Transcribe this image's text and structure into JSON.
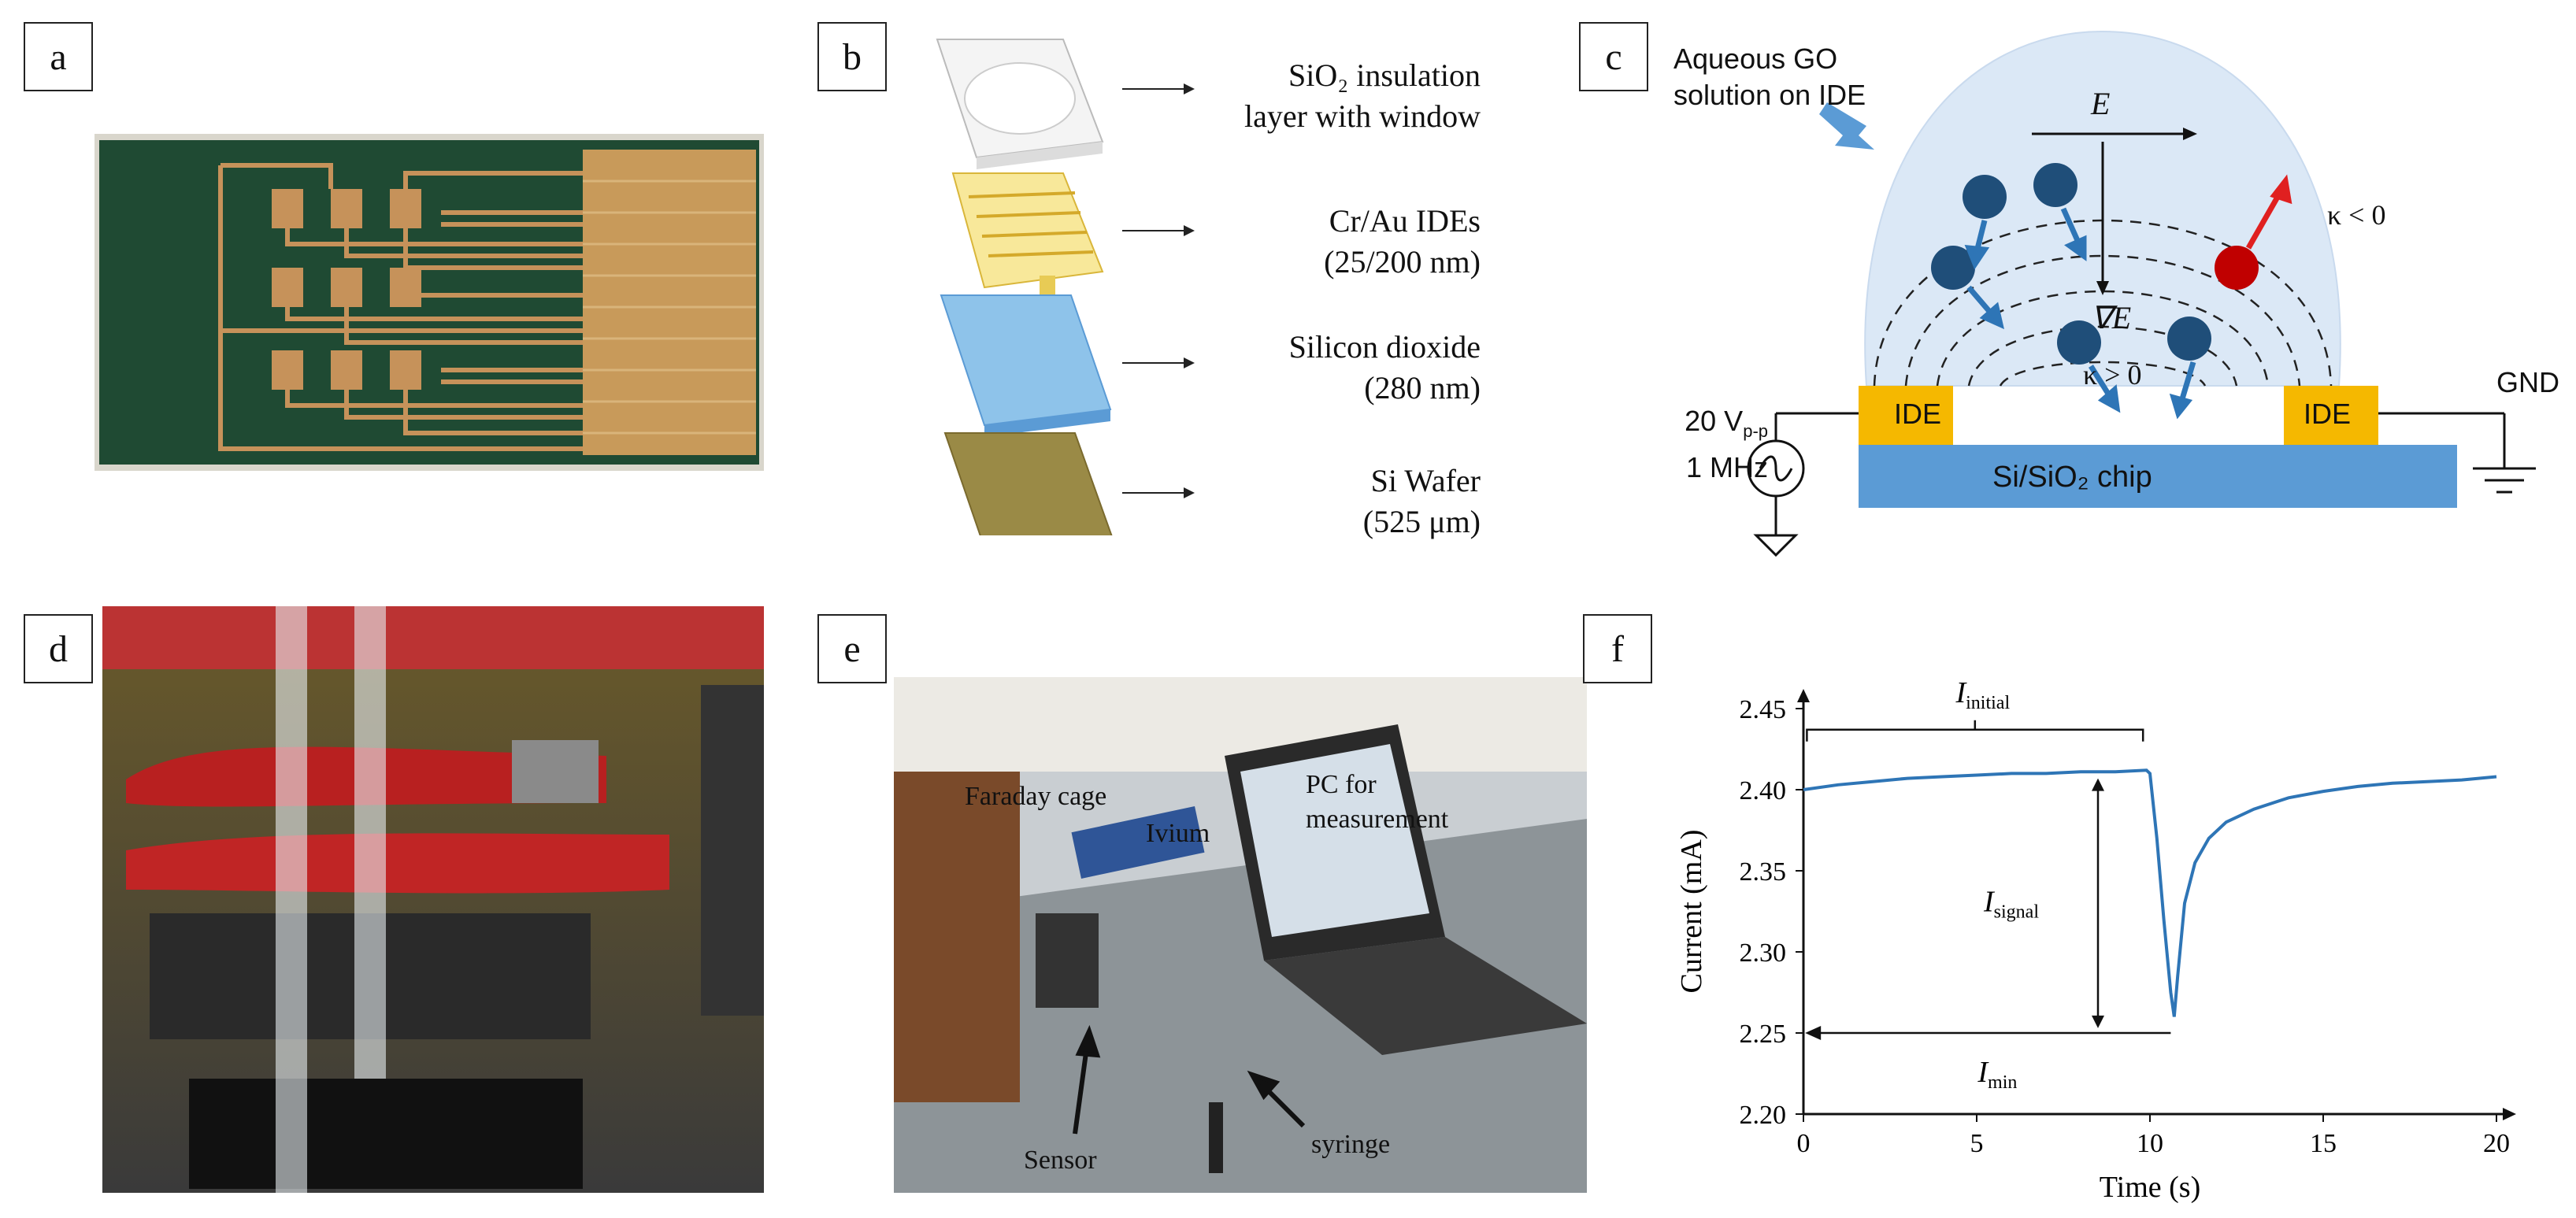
{
  "panels": {
    "a": {
      "label": "a"
    },
    "b": {
      "label": "b",
      "layers": [
        {
          "line1": "SiO₂ insulation",
          "line2": "layer with window"
        },
        {
          "line1": "Cr/Au IDEs",
          "line2": "(25/200 nm)"
        },
        {
          "line1": "Silicon dioxide",
          "line2": "(280 nm)"
        },
        {
          "line1": "Si Wafer",
          "line2": "(525 μm)"
        }
      ]
    },
    "c": {
      "label": "c",
      "callout_line1": "Aqueous GO",
      "callout_line2": "solution on IDE",
      "field_label": "E",
      "gradient_label": "∇E",
      "kappa_neg": "κ < 0",
      "kappa_pos": "κ > 0",
      "ide_left": "IDE",
      "ide_right": "IDE",
      "chip": "Si/SiO₂ chip",
      "gnd": "GND",
      "source_line1": "20 V",
      "source_sub": "p-p",
      "source_line2": "1 MHz",
      "colors": {
        "liquid": "#dbe8f6",
        "ide": "#f5b800",
        "chip": "#5b9bd5",
        "particle": "#1f4e79",
        "particle_neg": "#c00000",
        "arrow": "#2e75b6"
      }
    },
    "d": {
      "label": "d"
    },
    "e": {
      "label": "e",
      "annotations": {
        "faraday": "Faraday cage",
        "ivium": "Ivium",
        "pc_line1": "PC for",
        "pc_line2": "measurement",
        "sensor": "Sensor",
        "syringe": "syringe"
      }
    },
    "f": {
      "label": "f",
      "annotations": {
        "initial": "initial",
        "signal": "signal",
        "min": "min",
        "I": "I"
      }
    }
  },
  "chart_data": {
    "type": "line",
    "xlabel": "Time (s)",
    "ylabel": "Current (mA)",
    "xlim": [
      0,
      20
    ],
    "ylim": [
      2.2,
      2.45
    ],
    "xticks": [
      "0",
      "5",
      "10",
      "15",
      "20"
    ],
    "yticks": [
      "2.20",
      "2.25",
      "2.30",
      "2.35",
      "2.40",
      "2.45"
    ],
    "series": [
      {
        "color": "#2e75b6",
        "x": [
          0,
          1,
          2,
          3,
          4,
          5,
          6,
          7,
          8,
          9,
          9.9,
          10.0,
          10.2,
          10.4,
          10.6,
          10.7,
          10.8,
          11.0,
          11.3,
          11.7,
          12.2,
          13,
          14,
          15,
          16,
          17,
          18,
          19,
          20
        ],
        "y": [
          2.4,
          2.403,
          2.405,
          2.407,
          2.408,
          2.409,
          2.41,
          2.41,
          2.411,
          2.411,
          2.412,
          2.41,
          2.37,
          2.32,
          2.275,
          2.26,
          2.285,
          2.33,
          2.355,
          2.37,
          2.38,
          2.388,
          2.395,
          2.399,
          2.402,
          2.404,
          2.405,
          2.406,
          2.408
        ]
      }
    ]
  }
}
